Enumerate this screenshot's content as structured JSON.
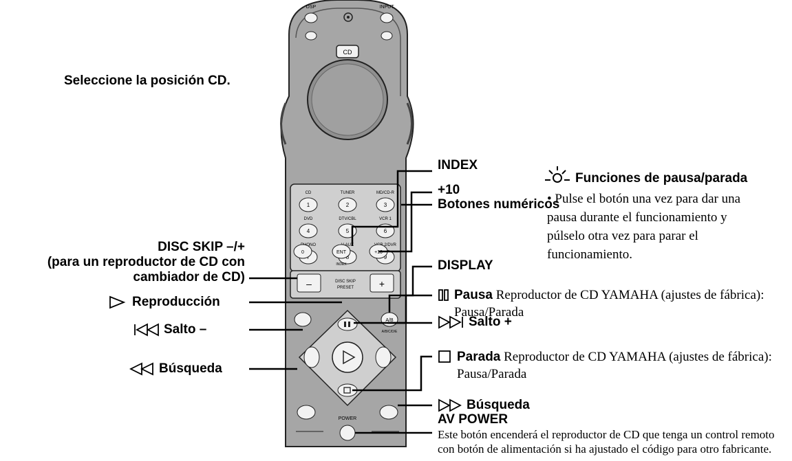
{
  "left_labels": {
    "select_cd": "Seleccione la posición CD.",
    "disc_skip": "DISC SKIP –/+",
    "disc_skip_note_1": "(para un reproductor de CD con",
    "disc_skip_note_2": "cambiador de CD)",
    "play": "Reproducción",
    "skip_minus": "Salto –",
    "search_back": "Búsqueda"
  },
  "right_labels": {
    "numeric": "Botones numéricos",
    "index": "INDEX",
    "plus10": "+10",
    "display": "DISPLAY",
    "pause": "Pausa",
    "pause_desc": "Reproductor de CD YAMAHA (ajustes de fábrica): Pausa/Parada",
    "skip_plus": "Salto +",
    "stop": "Parada",
    "stop_desc": "Reproductor de CD YAMAHA (ajustes de fábrica): Pausa/Parada",
    "search_fwd": "Búsqueda",
    "av_power": "AV POWER",
    "av_power_desc": "Este botón encenderá el reproductor de CD que tenga un control remoto con botón de alimentación si ha ajustado el código para otro fabricante."
  },
  "note": {
    "title": "Funciones de pausa/parada",
    "bullet": "Pulse el botón una vez para dar una pausa durante el funcionamiento y púlselo otra vez para parar el funcionamiento."
  },
  "remote": {
    "top_left": "DSP",
    "top_right": "INPUT",
    "cd_button": "CD",
    "keys": [
      {
        "top": "CD",
        "num": "1"
      },
      {
        "top": "TUNER",
        "num": "2"
      },
      {
        "top": "MD/CD-R",
        "num": "3"
      },
      {
        "top": "DVD",
        "num": "4"
      },
      {
        "top": "DTV/CBL",
        "num": "5"
      },
      {
        "top": "VCR 1",
        "num": "6"
      },
      {
        "top": "PHONO",
        "num": "7"
      },
      {
        "top": "V-AUX",
        "num": "8"
      },
      {
        "top": "VCR 2/DVR",
        "num": "9"
      }
    ],
    "zero": "0",
    "ent": "ENT",
    "index_small": "INDEX",
    "plus10_key": "+10",
    "minus_key": "–",
    "plus_key": "+",
    "disc_skip_small": "DISC SKIP",
    "preset": "PRESET",
    "ab": "A/B",
    "abcde": "A/B/C/D/E",
    "power_small": "POWER"
  },
  "colors": {
    "body": "#a6a6a6",
    "panel": "#cfcfcf",
    "key": "#f2f2f2",
    "line": "#000000"
  }
}
